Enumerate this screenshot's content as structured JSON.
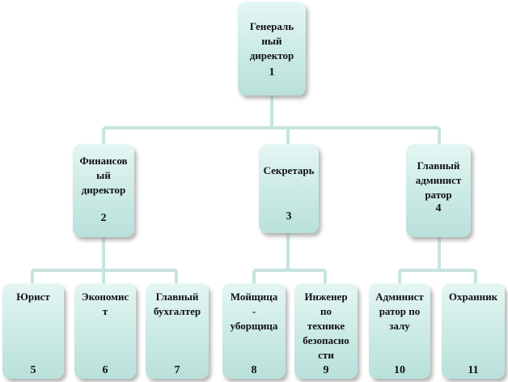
{
  "nodes": [
    {
      "id": "n1",
      "title": "Генераль\nный\nдиректор",
      "number": "1"
    },
    {
      "id": "n2",
      "title": "Финансов\nый\nдиректор",
      "number": "2"
    },
    {
      "id": "n3",
      "title": "Секретарь",
      "number": "3"
    },
    {
      "id": "n4",
      "title": "Главный\nадминист\nратор",
      "number": "4"
    },
    {
      "id": "n5",
      "title": "Юрист",
      "number": "5"
    },
    {
      "id": "n6",
      "title": "Экономис\nт",
      "number": "6"
    },
    {
      "id": "n7",
      "title": "Главный\nбухгалтер",
      "number": "7"
    },
    {
      "id": "n8",
      "title": "Мойщица\n-\nуборщица",
      "number": "8"
    },
    {
      "id": "n9",
      "title": "Инженер\nпо\nтехнике\nбезопасно\nсти",
      "number": "9"
    },
    {
      "id": "n10",
      "title": "Админист\nратор по\nзалу",
      "number": "10"
    },
    {
      "id": "n11",
      "title": "Охранник",
      "number": "11"
    }
  ],
  "colors": {
    "box_top": "#e4f6f3",
    "box_bottom": "#b9e0da",
    "connector": "#c6e4e0"
  }
}
